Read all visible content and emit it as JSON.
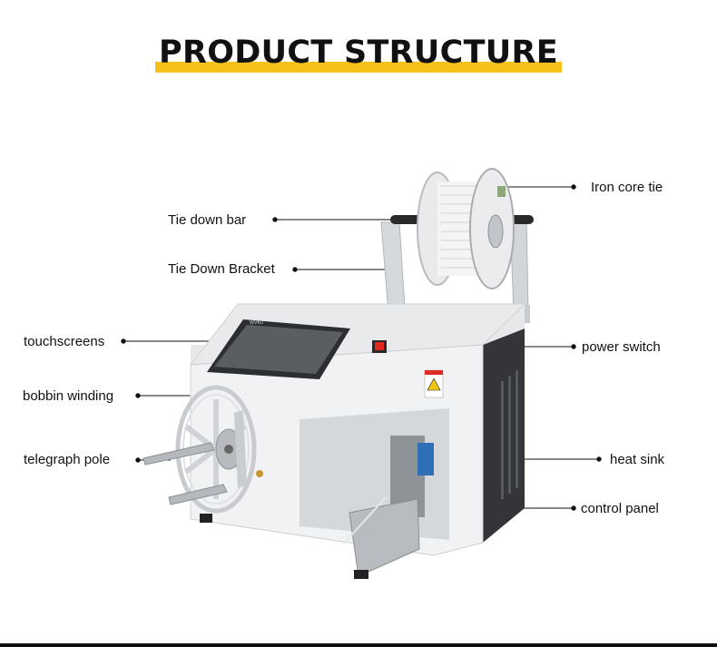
{
  "title": "PRODUCT STRUCTURE",
  "colors": {
    "accent": "#f6c21a",
    "text": "#111111",
    "line": "#111111"
  },
  "labels": {
    "iron_core_tie": "Iron core tie",
    "tie_down_bar": "Tie down bar",
    "tie_down_bracket": "Tie Down Bracket",
    "touchscreens": "touchscreens",
    "bobbin_winding": "bobbin winding",
    "telegraph_pole": "telegraph pole",
    "power_switch": "power switch",
    "heat_sink": "heat sink",
    "control_panel": "control panel"
  },
  "product": {
    "screen_brand": "WVKO"
  }
}
